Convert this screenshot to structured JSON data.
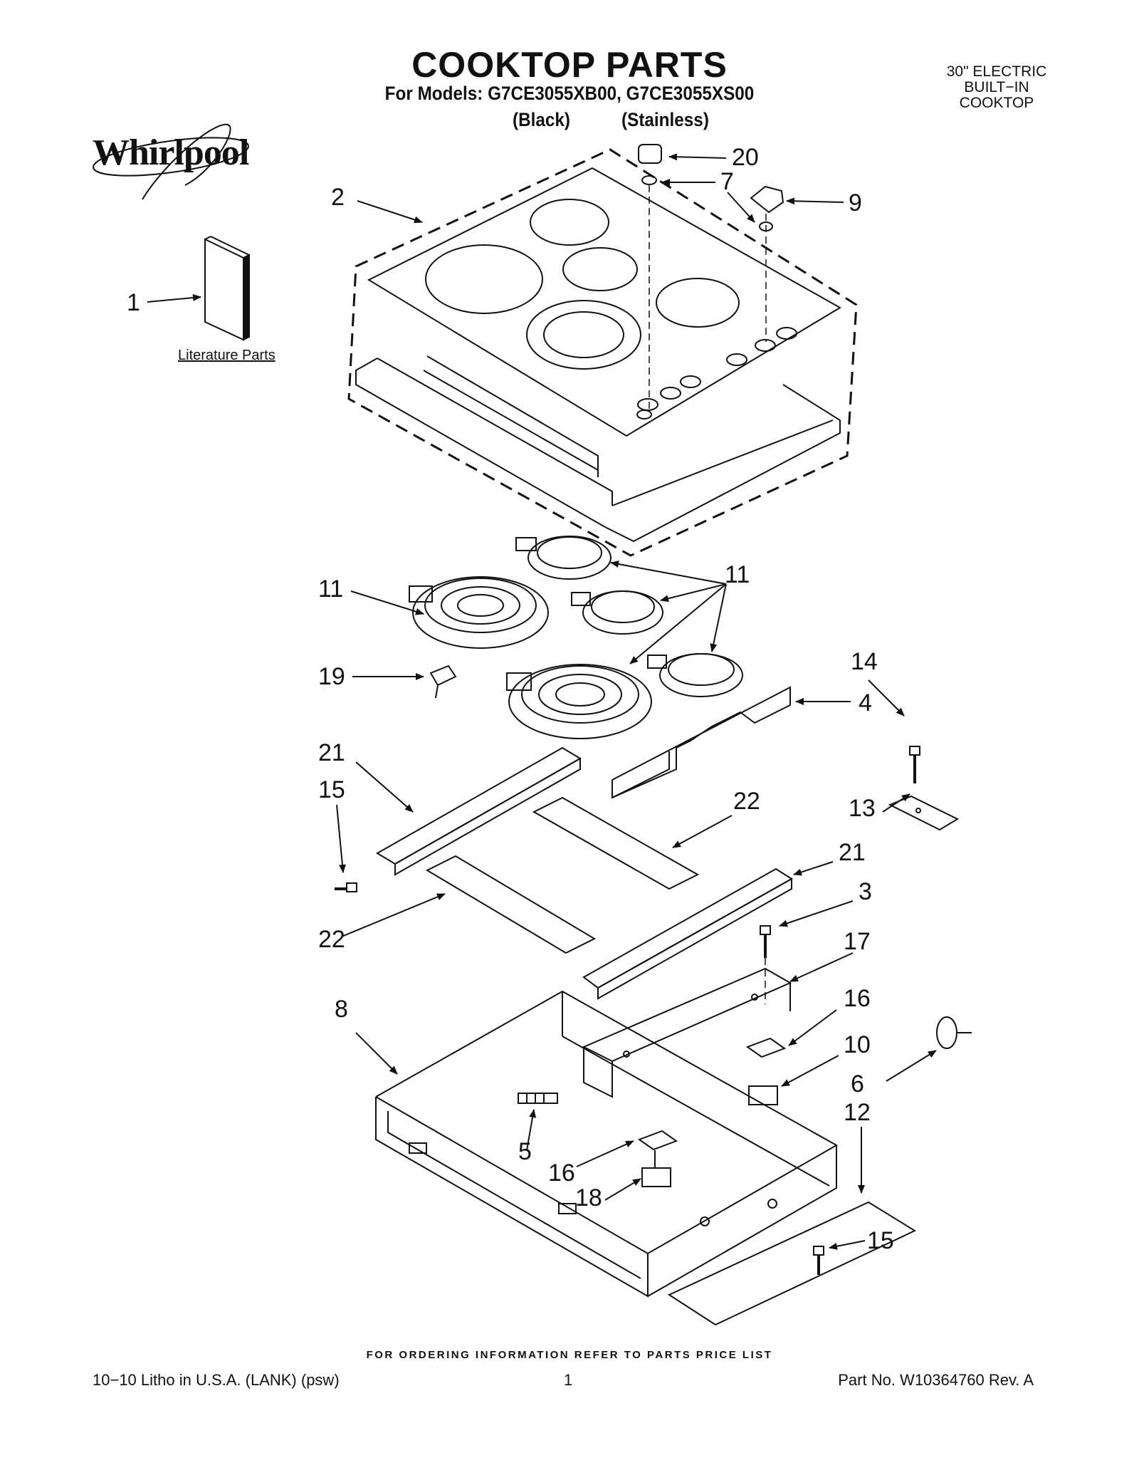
{
  "header": {
    "title": "COOKTOP PARTS",
    "models": "For Models: G7CE3055XB00, G7CE3055XS00",
    "variant_black": "(Black)",
    "variant_stainless": "(Stainless)",
    "product_lines": [
      "30\" ELECTRIC",
      "BUILT−IN",
      "COOKTOP"
    ],
    "brand": "Whirlpool"
  },
  "literature_label": "Literature Parts",
  "callouts": [
    {
      "id": "c1",
      "label": "1"
    },
    {
      "id": "c2",
      "label": "2"
    },
    {
      "id": "c20",
      "label": "20"
    },
    {
      "id": "c7",
      "label": "7"
    },
    {
      "id": "c9",
      "label": "9"
    },
    {
      "id": "c11a",
      "label": "11"
    },
    {
      "id": "c11b",
      "label": "11"
    },
    {
      "id": "c19",
      "label": "19"
    },
    {
      "id": "c14",
      "label": "14"
    },
    {
      "id": "c4",
      "label": "4"
    },
    {
      "id": "c21a",
      "label": "21"
    },
    {
      "id": "c15a",
      "label": "15"
    },
    {
      "id": "c22a",
      "label": "22"
    },
    {
      "id": "c13",
      "label": "13"
    },
    {
      "id": "c21b",
      "label": "21"
    },
    {
      "id": "c3",
      "label": "3"
    },
    {
      "id": "c22b",
      "label": "22"
    },
    {
      "id": "c17",
      "label": "17"
    },
    {
      "id": "c8",
      "label": "8"
    },
    {
      "id": "c16a",
      "label": "16"
    },
    {
      "id": "c10",
      "label": "10"
    },
    {
      "id": "c6",
      "label": "6"
    },
    {
      "id": "c12",
      "label": "12"
    },
    {
      "id": "c5",
      "label": "5"
    },
    {
      "id": "c16b",
      "label": "16"
    },
    {
      "id": "c18",
      "label": "18"
    },
    {
      "id": "c15b",
      "label": "15"
    }
  ],
  "footer": {
    "ordering": "FOR ORDERING INFORMATION REFER TO PARTS PRICE LIST",
    "litho": "10−10 Litho in U.S.A. (LANK) (psw)",
    "page": "1",
    "part_no": "Part No. W10364760 Rev. A"
  }
}
